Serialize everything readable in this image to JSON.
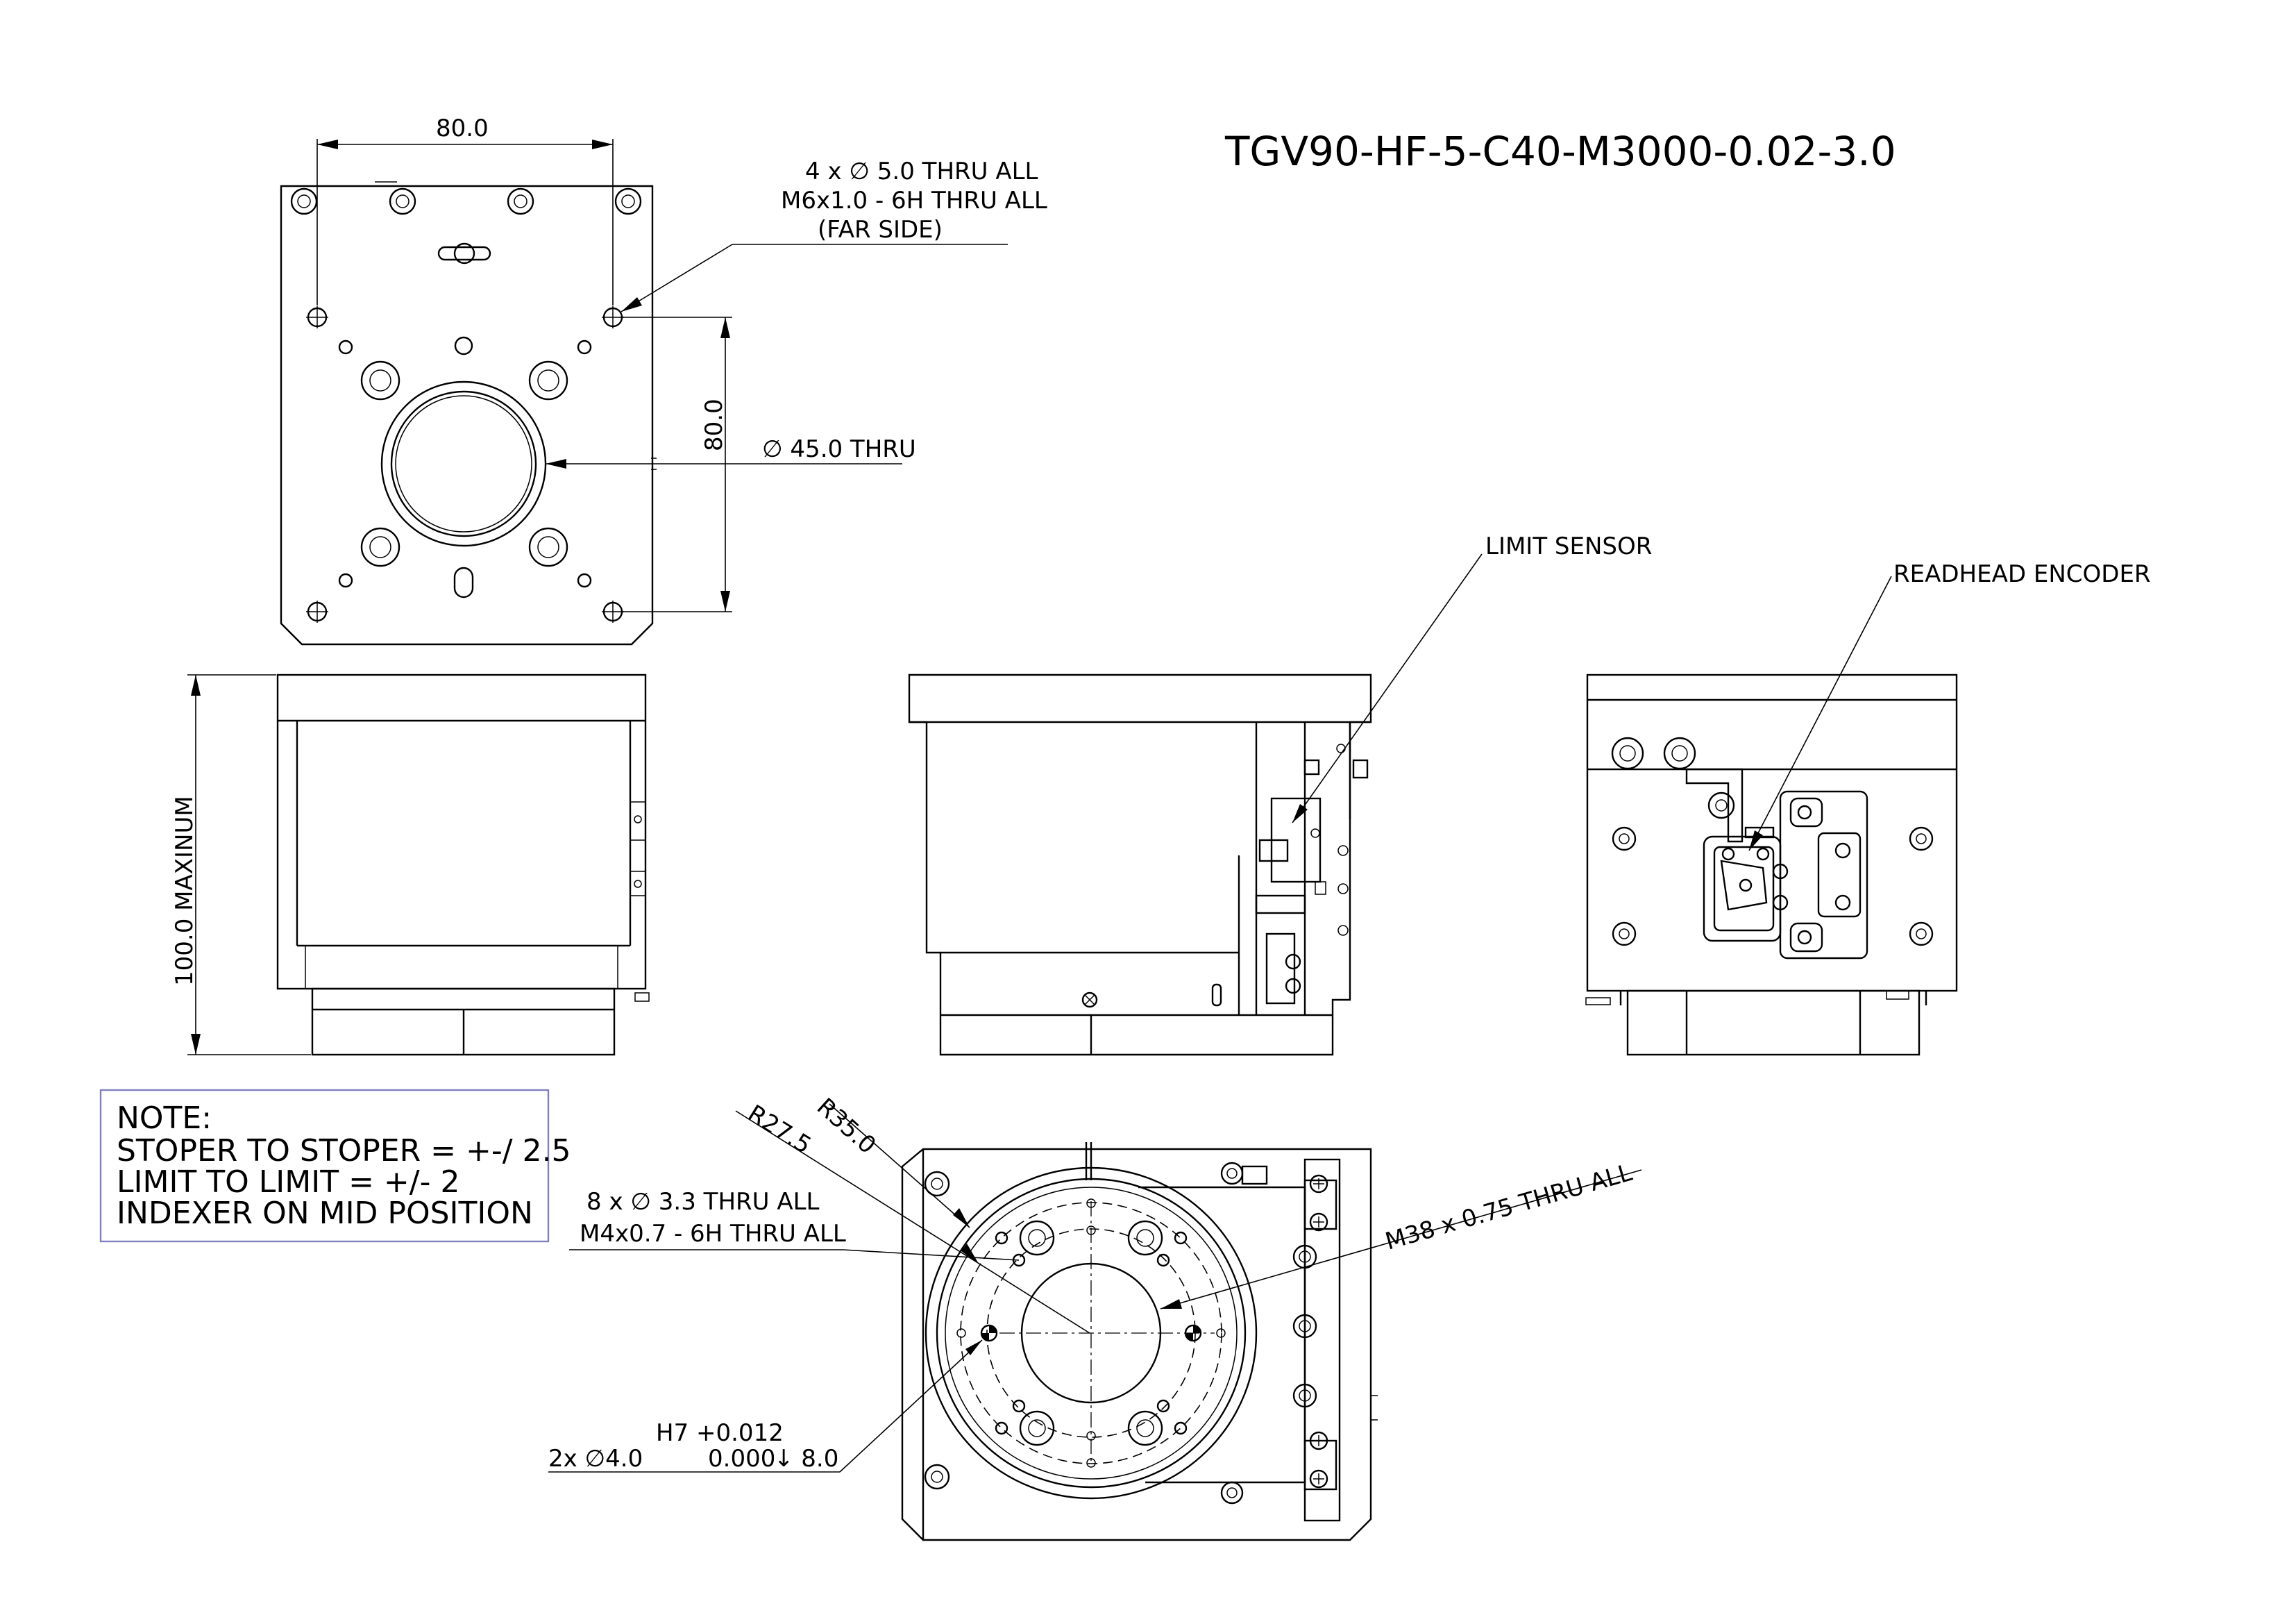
{
  "title": "TGV90-HF-5-C40-M3000-0.02-3.0",
  "top_view": {
    "width_dim": "80.0",
    "height_dim": "80.0",
    "hole_callout": [
      "4 x ∅ 5.0 THRU ALL",
      "M6x1.0 - 6H THRU ALL",
      "(FAR SIDE)"
    ],
    "bore_callout": "∅ 45.0 THRU"
  },
  "front_view": {
    "height_dim": "100.0 MAXINUM"
  },
  "side_view": {
    "limit_label": "LIMIT SENSOR"
  },
  "back_view": {
    "encoder_label": "READHEAD ENCODER"
  },
  "note": {
    "lines": [
      "NOTE:",
      "STOPER TO STOPER = +-/ 2.5",
      "LIMIT TO LIMIT = +/- 2",
      "INDEXER ON MID POSITION"
    ],
    "border_color": "#8080c0"
  },
  "bottom_view": {
    "r_outer": "R35.0",
    "r_inner": "R27.5",
    "hole_callout": [
      "8 x ∅ 3.3 THRU ALL",
      "M4x0.7 - 6H THRU ALL"
    ],
    "thread_callout": "M38 x 0.75 THRU ALL",
    "pin_tol_upper": "H7 +0.012",
    "pin_count_dia": "2x ∅4.0",
    "pin_tol_lower": "0.000",
    "pin_depth": "↓ 8.0"
  }
}
